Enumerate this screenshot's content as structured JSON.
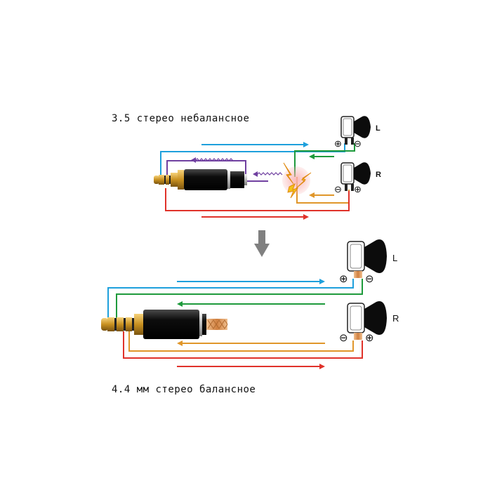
{
  "top": {
    "caption": "3.5 стерео небалансное",
    "left_label": "L",
    "right_label": "R",
    "plus_sign": "⊕",
    "minus_sign": "⊖"
  },
  "bottom": {
    "caption": "4.4 мм стерео балансное",
    "left_label": "L",
    "right_label": "R",
    "plus_sign": "⊕",
    "minus_sign": "⊖"
  },
  "colors": {
    "blue": "#1ea0dc",
    "green": "#1e9a3c",
    "red": "#e0322a",
    "orange": "#e0962a",
    "purple": "#7040a0",
    "gold": "#c89020",
    "arrow_gray": "#808080"
  }
}
